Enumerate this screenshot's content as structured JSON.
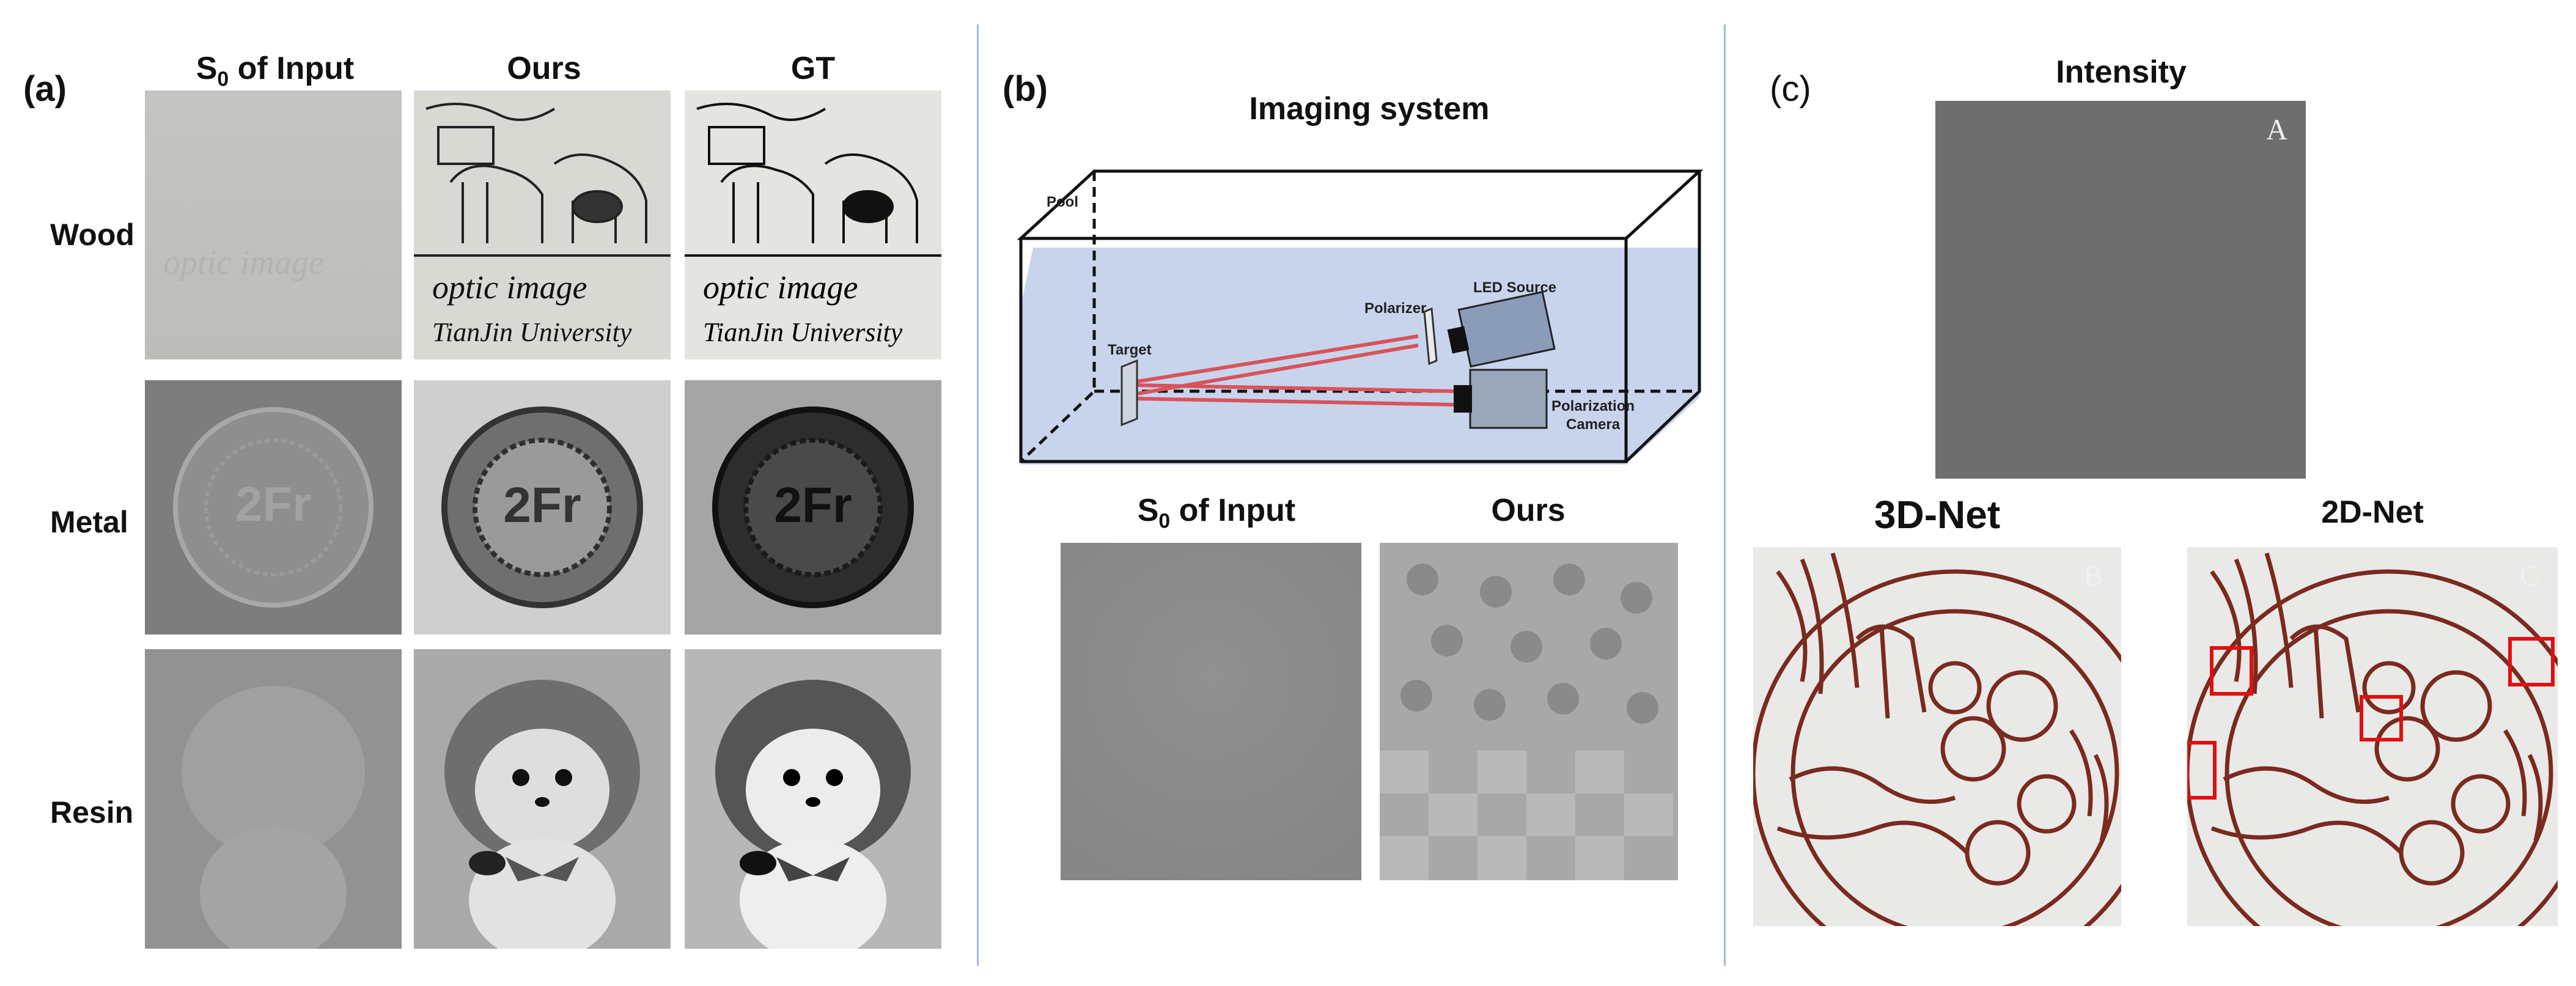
{
  "panels": [
    {
      "label": "(a)",
      "columns": [
        "S",
        "0",
        " of Input",
        "Ours",
        "GT"
      ],
      "rows": [
        "Wood",
        "Metal",
        "Resin"
      ]
    },
    {
      "label": "(b)",
      "title": "Imaging system",
      "diagram_labels": {
        "pool": "Pool",
        "led": "LED Source",
        "polarizer": "Polarizer",
        "target": "Target",
        "camera1": "Polarization",
        "camera2": "Camera"
      },
      "columns": [
        "S",
        "0",
        " of Input",
        "Ours"
      ]
    },
    {
      "label": "(c)",
      "titles": [
        "Intensity",
        "3D-Net",
        "2D-Net"
      ],
      "letters": [
        "A",
        "B",
        "C"
      ]
    }
  ],
  "colors": {
    "divider": "#aab4e0",
    "beam": "#d9535b",
    "water": "#c8d4ec",
    "ink": "#7a2a1e",
    "highlight": "#e01010"
  },
  "handwriting": {
    "line1": "optic image",
    "line2": "TianJin University"
  },
  "coin_text": "2Fr"
}
